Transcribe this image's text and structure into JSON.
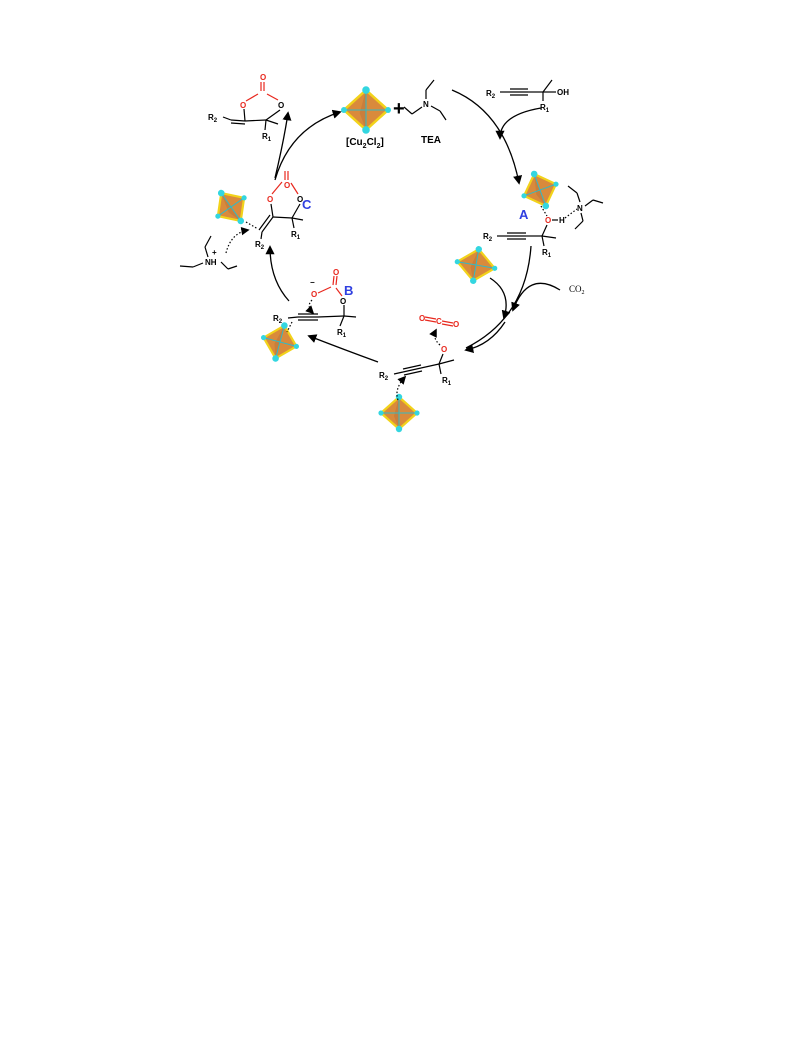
{
  "catalyst": {
    "formula_main": "[Cu",
    "formula_sub1": "2",
    "formula_mid": "Cl",
    "formula_sub2": "2",
    "formula_end": "]"
  },
  "base": {
    "name": "TEA"
  },
  "plus_sign": "+",
  "co2": {
    "main": "CO",
    "sub": "2"
  },
  "intermediates": {
    "a": "A",
    "b": "B",
    "c": "C"
  },
  "atoms": {
    "O": "O",
    "OH": "OH",
    "H": "H",
    "N": "N",
    "NH": "NH",
    "C": "C",
    "R": "R",
    "sub1": "1",
    "sub2": "2",
    "plus": "+",
    "minus": "−"
  },
  "colors": {
    "cluster_face": "#d98a3c",
    "cluster_edge": "#f2d21a",
    "cluster_vertex": "#33d6e0",
    "oxygen": "#e8281e",
    "label": "#2f3fe0"
  }
}
